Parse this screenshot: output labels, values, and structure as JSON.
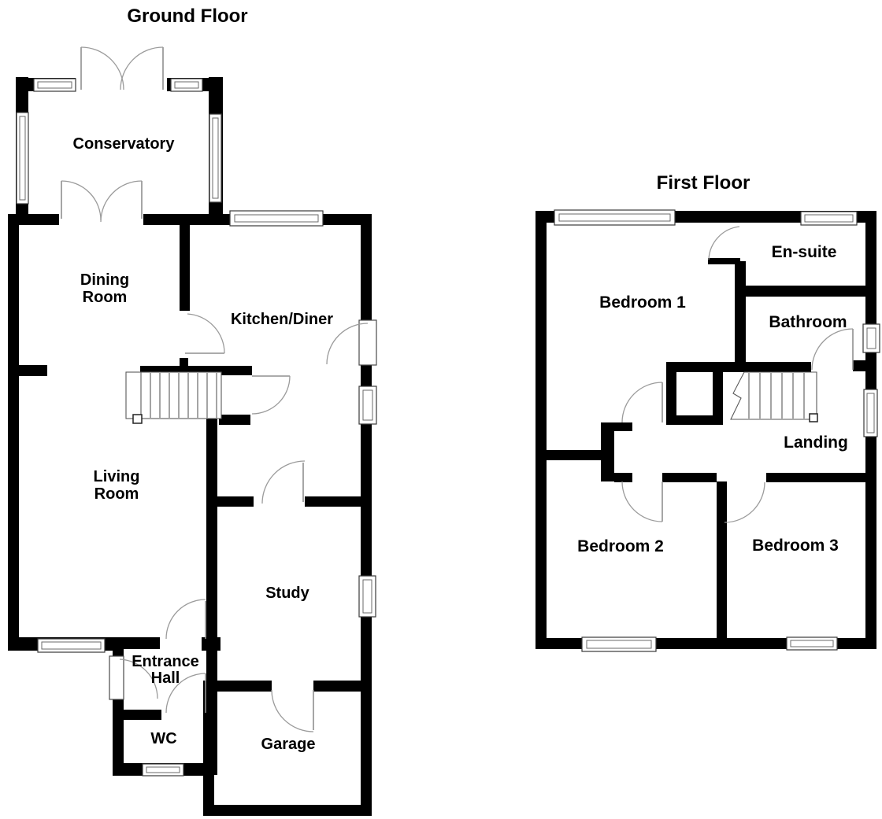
{
  "document": {
    "type": "floor-plan",
    "background": "#ffffff",
    "colors": {
      "wall": "#000000",
      "door_arc": "#9b9b9b",
      "window_frame": "#3a3a3a",
      "text": "#000000"
    }
  },
  "floors": {
    "ground": {
      "title": "Ground Floor",
      "rooms": {
        "conservatory": {
          "label": "Conservatory"
        },
        "dining": {
          "line1": "Dining",
          "line2": "Room"
        },
        "kitchen": {
          "label": "Kitchen/Diner"
        },
        "living": {
          "line1": "Living",
          "line2": "Room"
        },
        "study": {
          "label": "Study"
        },
        "hall": {
          "line1": "Entrance",
          "line2": "Hall"
        },
        "wc": {
          "label": "WC"
        },
        "garage": {
          "label": "Garage"
        }
      }
    },
    "first": {
      "title": "First Floor",
      "rooms": {
        "bedroom1": {
          "label": "Bedroom 1"
        },
        "ensuite": {
          "label": "En-suite"
        },
        "bathroom": {
          "label": "Bathroom"
        },
        "landing": {
          "label": "Landing"
        },
        "bedroom2": {
          "label": "Bedroom 2"
        },
        "bedroom3": {
          "label": "Bedroom 3"
        }
      }
    }
  }
}
